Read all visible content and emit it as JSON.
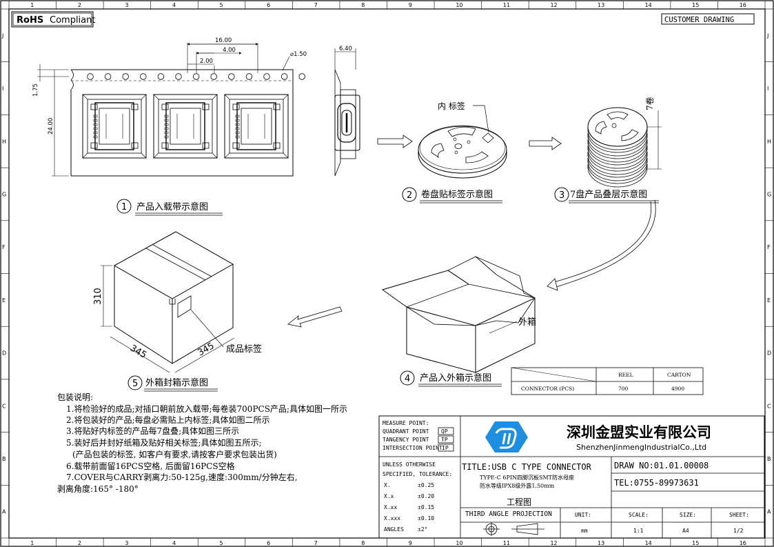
{
  "header": {
    "rohs": "RoHS",
    "compliant": "Compliant",
    "customer_drawing": "CUSTOMER DRAWING"
  },
  "border": {
    "columns": [
      "1",
      "2",
      "3",
      "4",
      "5",
      "6",
      "7",
      "8",
      "9",
      "10",
      "11",
      "12",
      "13",
      "14",
      "15",
      "16"
    ],
    "rows": [
      "J",
      "I",
      "H",
      "G",
      "F",
      "E",
      "D",
      "C",
      "B",
      "A"
    ]
  },
  "tape": {
    "pitch": "16.00",
    "hole_pitch": "4.00",
    "offset": "2.00",
    "hole_dia": "⌀1.50",
    "edge": "1.75",
    "width": "24.00",
    "thickness": "6.40"
  },
  "reel": {
    "inner_label": "内 标签"
  },
  "stack": {
    "count": "7卷"
  },
  "box": {
    "height": "310",
    "width1": "345",
    "width2": "345",
    "label": "成品标签",
    "outer": "外箱"
  },
  "captions": {
    "c1_num": "1",
    "c1": "产品入载带示意图",
    "c2_num": "2",
    "c2": "卷盘贴标签示意图",
    "c3_num": "3",
    "c3": "7盘产品叠层示意图",
    "c4_num": "4",
    "c4": "产品入外箱示意图",
    "c5_num": "5",
    "c5": "外箱封箱示意图"
  },
  "qty_table": {
    "col_reel": "REEL",
    "col_carton": "CARTON",
    "row_label": "CONNECTOR (PCS)",
    "reel": "700",
    "carton": "4900"
  },
  "notes": {
    "title": "包装说明:",
    "lines": [
      "1.将检验好的成品;对插口朝前放入载带;每卷装700PCS产品;具体如图一所示",
      "2.将包装好的产品;每盘必需贴上内标签;具体如图二所示",
      "3.将贴好内标签的产品每7盘叠;具体如图三所示",
      "5.装好后并封好纸箱及贴好相关标签;具体如图五所示;",
      "(产品包装的标签, 如客户有要求,请按客户要求包装出货)",
      "6.载带前面留16PCS空格, 后面留16PCS空格",
      "7.COVER与CARRY剥离力:50-125g,速度:300mm/分钟左右,",
      "剥离角度:165° -180°"
    ]
  },
  "title_block": {
    "measure_point": "MEASURE POINT:",
    "qp_label": "QUADRANT POINT",
    "qp": "QP",
    "tp_label": "TANGENCY POINT",
    "tp": "TP",
    "ip_label": "INTERSECTION POINT",
    "ip": "IP",
    "company_cn": "深圳金盟实业有限公司",
    "company_en": "ShenzhenJinmengIndustrialCo.,Ltd",
    "tol_head1": "UNLESS OTHERWISE",
    "tol_head2": "SPECIFIED, TOLERANCE:",
    "tol": [
      {
        "k": "X.",
        "v": "±0.25"
      },
      {
        "k": "X.x",
        "v": "±0.20"
      },
      {
        "k": "X.xx",
        "v": "±0.15"
      },
      {
        "k": "X.xxx",
        "v": "±0.10"
      },
      {
        "k": "ANGLES",
        "v": "±2°"
      }
    ],
    "title": "TITLE:USB C TYPE CONNECTOR",
    "sub1": "TYPE-C 6PIN四脚沉板SMT防水母座",
    "sub2": "防水等级IPX8级外露1.50mm",
    "drawing_type": "工程图",
    "projection": "THIRD ANGLE PROJECTION",
    "draw_no": "DRAW NO:01.01.00008",
    "tel": "TEL:0755-89973631",
    "unit_label": "UNIT:",
    "unit": "mm",
    "scale_label": "SCALE:",
    "scale": "1:1",
    "size_label": "SIZE:",
    "size": "A4",
    "sheet_label": "SHEET:",
    "sheet": "1/2"
  },
  "colors": {
    "logo_blue": "#1e8fe0",
    "line": "#000000"
  }
}
